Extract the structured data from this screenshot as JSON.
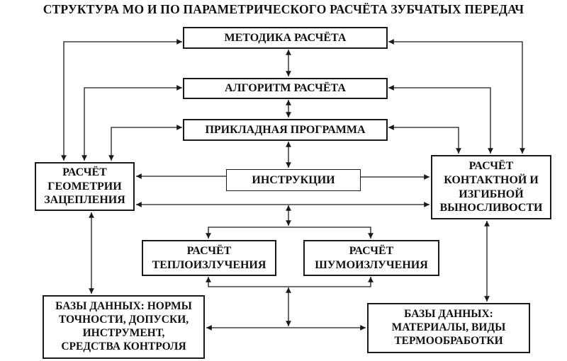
{
  "title": "СТРУКТУРА МО И ПО ПАРАМЕТРИЧЕСКОГО РАСЧЁТА ЗУБЧАТЫХ ПЕРЕДАЧ",
  "nodes": {
    "metodika": {
      "label": "МЕТОДИКА РАСЧЁТА"
    },
    "algoritm": {
      "label": "АЛГОРИТМ РАСЧЁТА"
    },
    "prikladnaya": {
      "label": "ПРИКЛАДНАЯ ПРОГРАММА"
    },
    "instrukcii": {
      "label": "ИНСТРУКЦИИ"
    },
    "geometria": {
      "label": "РАСЧЁТ\nГЕОМЕТРИИ\nЗАЦЕПЛЕНИЯ"
    },
    "vynoslivost": {
      "label": "РАСЧЁТ\nКОНТАКТНОЙ И\nИЗГИБНОЙ\nВЫНОСЛИВОСТИ"
    },
    "teplo": {
      "label": "РАСЧЁТ\nТЕПЛОИЗЛУЧЕНИЯ"
    },
    "shum": {
      "label": "РАСЧЁТ\nШУМОИЗЛУЧЕНИЯ"
    },
    "db_left": {
      "label": "БАЗЫ ДАННЫХ: НОРМЫ\nТОЧНОСТИ, ДОПУСКИ,\nИНСТРУМЕНТ,\nСРЕДСТВА КОНТРОЛЯ"
    },
    "db_right": {
      "label": "БАЗЫ ДАННЫХ:\nМАТЕРИАЛЫ, ВИДЫ\nТЕРМООБРАБОТКИ"
    }
  },
  "colors": {
    "background": "#ffffff",
    "line": "#1a1a1a",
    "box_border": "#1a1a1a",
    "text": "#111111"
  }
}
